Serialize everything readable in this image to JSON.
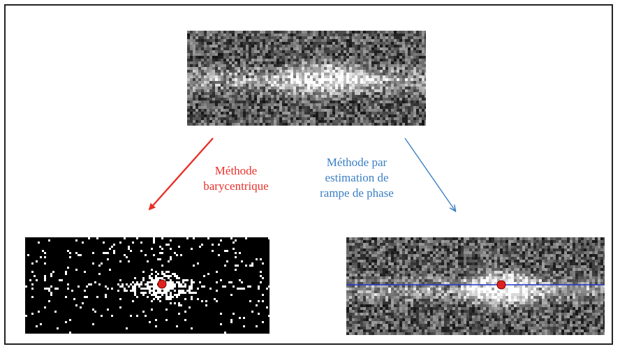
{
  "labels": {
    "barycentric": [
      "Méthode",
      "barycentrique"
    ],
    "phase_ramp": [
      "Méthode par",
      "estimation de",
      "rampe de phase"
    ]
  },
  "colors": {
    "barycentric": "#e8312a",
    "phase_ramp": "#3a7fc4",
    "marker": "#e02020",
    "marker_outline": "#7a0000",
    "blue_line": "#2233cc"
  },
  "icons": {
    "arrow_left": "arrow-down-left-icon",
    "arrow_right": "arrow-down-right-icon"
  }
}
